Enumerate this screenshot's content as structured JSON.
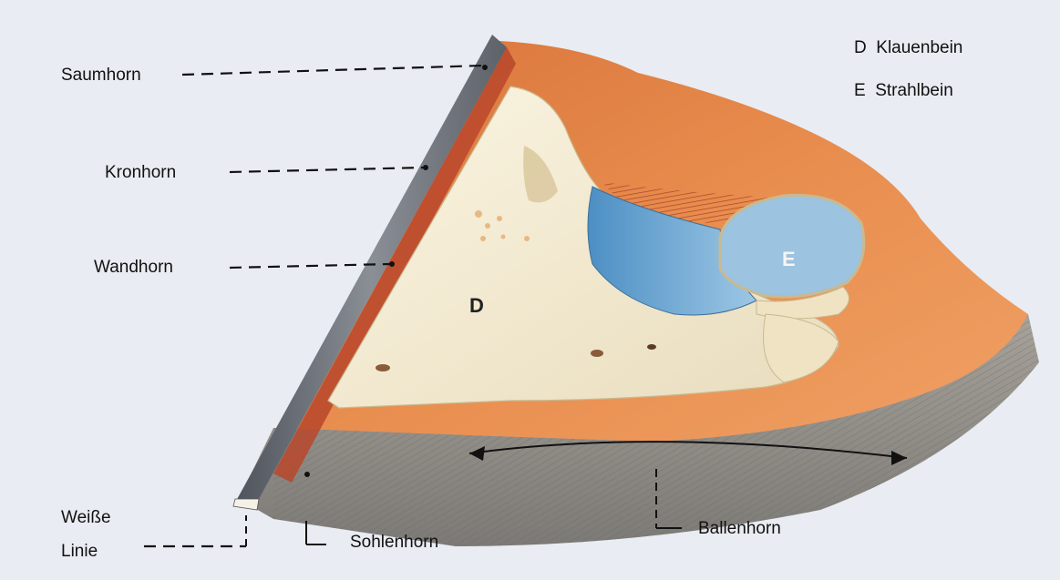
{
  "legend": {
    "d": "D  Klauenbein",
    "e": "E  Strahlbein"
  },
  "labels": {
    "saumhorn": "Saumhorn",
    "kronhorn": "Kronhorn",
    "wandhorn": "Wandhorn",
    "weisse_linie_1": "Weiße",
    "weisse_linie_2": "Linie",
    "sohlenhorn": "Sohlenhorn",
    "ballenhorn": "Ballenhorn",
    "bone_d": "D",
    "bone_e": "E"
  },
  "colors": {
    "background": "#e9ecf2",
    "horn_wall": "#6b7078",
    "corium": "#e2894a",
    "bone": "#f1e9d2",
    "navicular_blue": "#6aa3cf"
  }
}
